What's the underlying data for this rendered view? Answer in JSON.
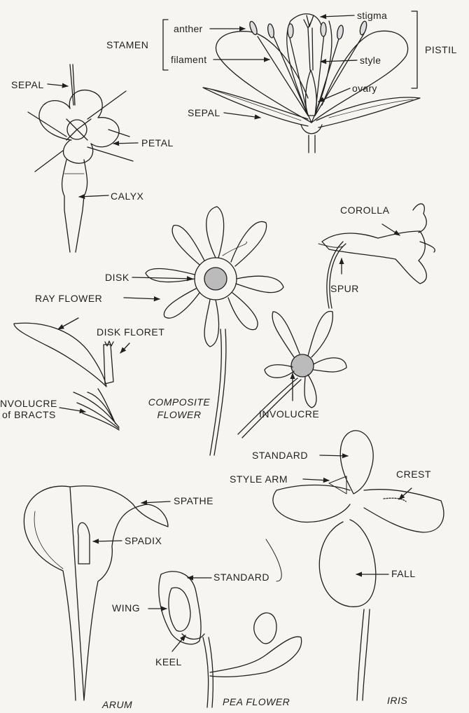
{
  "labels": {
    "anther": "anther",
    "stigma": "stigma",
    "stamen": "STAMEN",
    "filament": "filament",
    "style": "style",
    "pistil": "PISTIL",
    "ovary": "ovary",
    "sepal_top": "SEPAL",
    "sepal_left": "SEPAL",
    "petal": "PETAL",
    "calyx": "CALYX",
    "disk": "DISK",
    "corolla": "COROLLA",
    "ray_flower": "RAY FLOWER",
    "spur": "SPUR",
    "disk_floret": "DISK FLORET",
    "involucre_bracts_1": "NVOLUCRE",
    "involucre_bracts_2": "of BRACTS",
    "composite_1": "COMPOSITE",
    "composite_2": "FLOWER",
    "involucre": "INVOLUCRE",
    "standard_iris": "STANDARD",
    "style_arm": "STYLE ARM",
    "crest": "CREST",
    "spathe": "SPATHE",
    "spadix": "SPADIX",
    "fall": "FALL",
    "standard_pea": "STANDARD",
    "wing": "WING",
    "keel": "KEEL",
    "arum": "ARUM",
    "pea_flower": "PEA FLOWER",
    "iris": "IRIS"
  },
  "colors": {
    "ink": "#1f1f1f",
    "paper": "#f6f5f1"
  }
}
